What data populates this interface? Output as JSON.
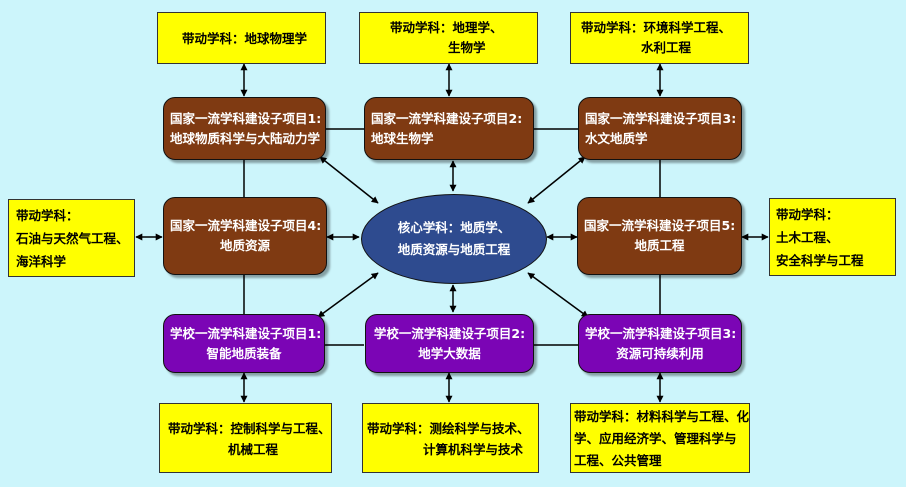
{
  "core": {
    "line1": "核心学科：地质学、",
    "line2": "地质资源与地质工程"
  },
  "national_projects": [
    {
      "line1": "国家一流学科建设子项目1:",
      "line2": "地球物质科学与大陆动力学"
    },
    {
      "line1": "国家一流学科建设子项目2:",
      "line2": "地球生物学"
    },
    {
      "line1": "国家一流学科建设子项目3:",
      "line2": "水文地质学"
    },
    {
      "line1": "国家一流学科建设子项目4:",
      "line2": "地质资源"
    },
    {
      "line1": "国家一流学科建设子项目5:",
      "line2": "地质工程"
    }
  ],
  "school_projects": [
    {
      "line1": "学校一流学科建设子项目1:",
      "line2": "智能地质装备"
    },
    {
      "line1": "学校一流学科建设子项目2:",
      "line2": "地学大数据"
    },
    {
      "line1": "学校一流学科建设子项目3:",
      "line2": "资源可持续利用"
    }
  ],
  "driven_disciplines": {
    "top1": {
      "line1": "带动学科：地球物理学"
    },
    "top2": {
      "line1": "带动学科：地理学、",
      "line2": "生物学"
    },
    "top3": {
      "line1": "带动学科：环境科学工程、",
      "line2": "水利工程"
    },
    "left": {
      "line1": "带动学科：",
      "line2": "石油与天然气工程、",
      "line3": "海洋科学"
    },
    "right": {
      "line1": "带动学科：",
      "line2": "土木工程、",
      "line3": "安全科学与工程"
    },
    "bottom1": {
      "line1": "带动学科：控制科学与工程、",
      "line2": "机械工程"
    },
    "bottom2": {
      "line1": "带动学科：测绘科学与技术、",
      "line2": "计算机科学与技术"
    },
    "bottom3": {
      "line1": "带动学科：材料科学与工程、化",
      "line2": "学、应用经济学、管理科学与",
      "line3": "工程、公共管理"
    }
  },
  "colors": {
    "background": "#ccf5fb",
    "driven_box": "#ffff00",
    "national_node": "#7f3a12",
    "school_node": "#7b05b5",
    "core_node": "#2e4b8f"
  }
}
